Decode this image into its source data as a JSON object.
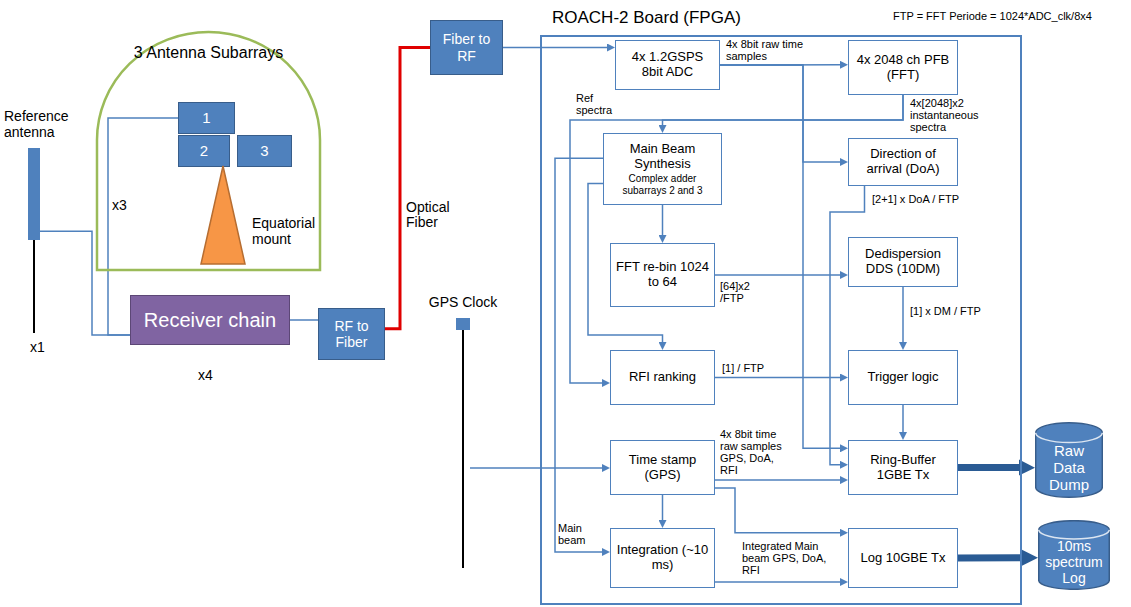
{
  "diagram": {
    "nodes": [
      {
        "text": [
          "Reference antenna"
        ]
      },
      {
        "text": [
          "3 Antenna Subarrays"
        ]
      },
      {
        "text": [
          "1"
        ],
        "in": 1
      },
      {
        "text": [
          "2"
        ],
        "in": 1
      },
      {
        "text": [
          "3"
        ],
        "in": 1
      },
      {
        "text": [
          "Equatorial mount"
        ],
        "in": 1
      },
      {
        "text": [
          "Receiver chain"
        ]
      },
      {
        "text": [
          "RF to Fiber"
        ]
      },
      {
        "text": [
          "Fiber to RF"
        ]
      },
      {
        "text": [
          "ROACH-2 Board (FPGA)"
        ]
      },
      {
        "text": [
          "4x 1.2GSPS 8bit ADC"
        ],
        "in": 9
      },
      {
        "text": [
          "4x 2048 ch PFB (FFT)"
        ],
        "in": 9
      },
      {
        "text": [
          "Main Beam Synthesis",
          "Complex adder subarrays 2 and 3"
        ],
        "in": 9
      },
      {
        "text": [
          "Direction of arrival (DoA)"
        ],
        "in": 9
      },
      {
        "text": [
          "FFT re-bin 1024 to 64"
        ],
        "in": 9
      },
      {
        "text": [
          "Dedispersion DDS (10DM)"
        ],
        "in": 9
      },
      {
        "text": [
          "RFI ranking"
        ],
        "in": 9
      },
      {
        "text": [
          "Trigger logic"
        ],
        "in": 9
      },
      {
        "text": [
          "GPS Clock"
        ]
      },
      {
        "text": [
          "Time stamp (GPS)"
        ],
        "in": 9
      },
      {
        "text": [
          "Ring-Buffer 1GBE Tx"
        ],
        "in": 9
      },
      {
        "text": [
          "Integration (~10 ms)"
        ],
        "in": 9
      },
      {
        "text": [
          "Log 10GBE Tx"
        ],
        "in": 9
      },
      {
        "text": [
          "Raw Data Dump"
        ]
      },
      {
        "text": [
          "10ms spectrum Log"
        ]
      }
    ],
    "edges": [
      {
        "from": 0,
        "to": 6,
        "arrow": "none"
      },
      {
        "from": 2,
        "to": 6,
        "arrow": "none"
      },
      {
        "from": 6,
        "to": 7,
        "arrow": "none"
      },
      {
        "from": 7,
        "to": 8,
        "arrow": "none"
      },
      {
        "from": 8,
        "to": 10,
        "arrow": "to"
      },
      {
        "from": 10,
        "to": 11,
        "arrow": "to"
      },
      {
        "from": 11,
        "to": 12,
        "arrow": "to"
      },
      {
        "from": 10,
        "to": 13,
        "arrow": "to"
      },
      {
        "from": 10,
        "to": 20,
        "arrow": "to"
      },
      {
        "from": 12,
        "to": 14,
        "arrow": "to"
      },
      {
        "from": 14,
        "to": 15,
        "arrow": "to"
      },
      {
        "from": 12,
        "to": 16,
        "arrow": "to"
      },
      {
        "from": 11,
        "to": 16,
        "arrow": "to"
      },
      {
        "from": 12,
        "to": 21,
        "arrow": "to"
      },
      {
        "from": 13,
        "to": 20,
        "arrow": "to"
      },
      {
        "from": 15,
        "to": 17,
        "arrow": "to"
      },
      {
        "from": 16,
        "to": 17,
        "arrow": "to"
      },
      {
        "from": 17,
        "to": 20,
        "arrow": "to"
      },
      {
        "from": 18,
        "to": 19,
        "arrow": "to"
      },
      {
        "from": 19,
        "to": 21,
        "arrow": "to"
      },
      {
        "from": 19,
        "to": 20,
        "arrow": "to"
      },
      {
        "from": 19,
        "to": 22,
        "arrow": "to"
      },
      {
        "from": 21,
        "to": 22,
        "arrow": "to"
      },
      {
        "from": 20,
        "to": 23,
        "arrow": "to"
      },
      {
        "from": 22,
        "to": 24,
        "arrow": "to"
      }
    ],
    "labels": [
      "FTP = FFT Periode = 1024*ADC_clk/8x4",
      "x3",
      "x1",
      "x4",
      "Optical Fiber",
      "4x 8bit raw time samples",
      "4x[2048]x2 instantaneous spectra",
      "Ref spectra",
      "[2+1] x DoA / FTP",
      "[64]x2 /FTP",
      "[1] x DM / FTP",
      "[1] / FTP",
      "4x 8bit time raw samples GPS, DoA, RFI",
      "Main beam",
      "Integrated Main beam GPS, DoA, RFI"
    ]
  }
}
